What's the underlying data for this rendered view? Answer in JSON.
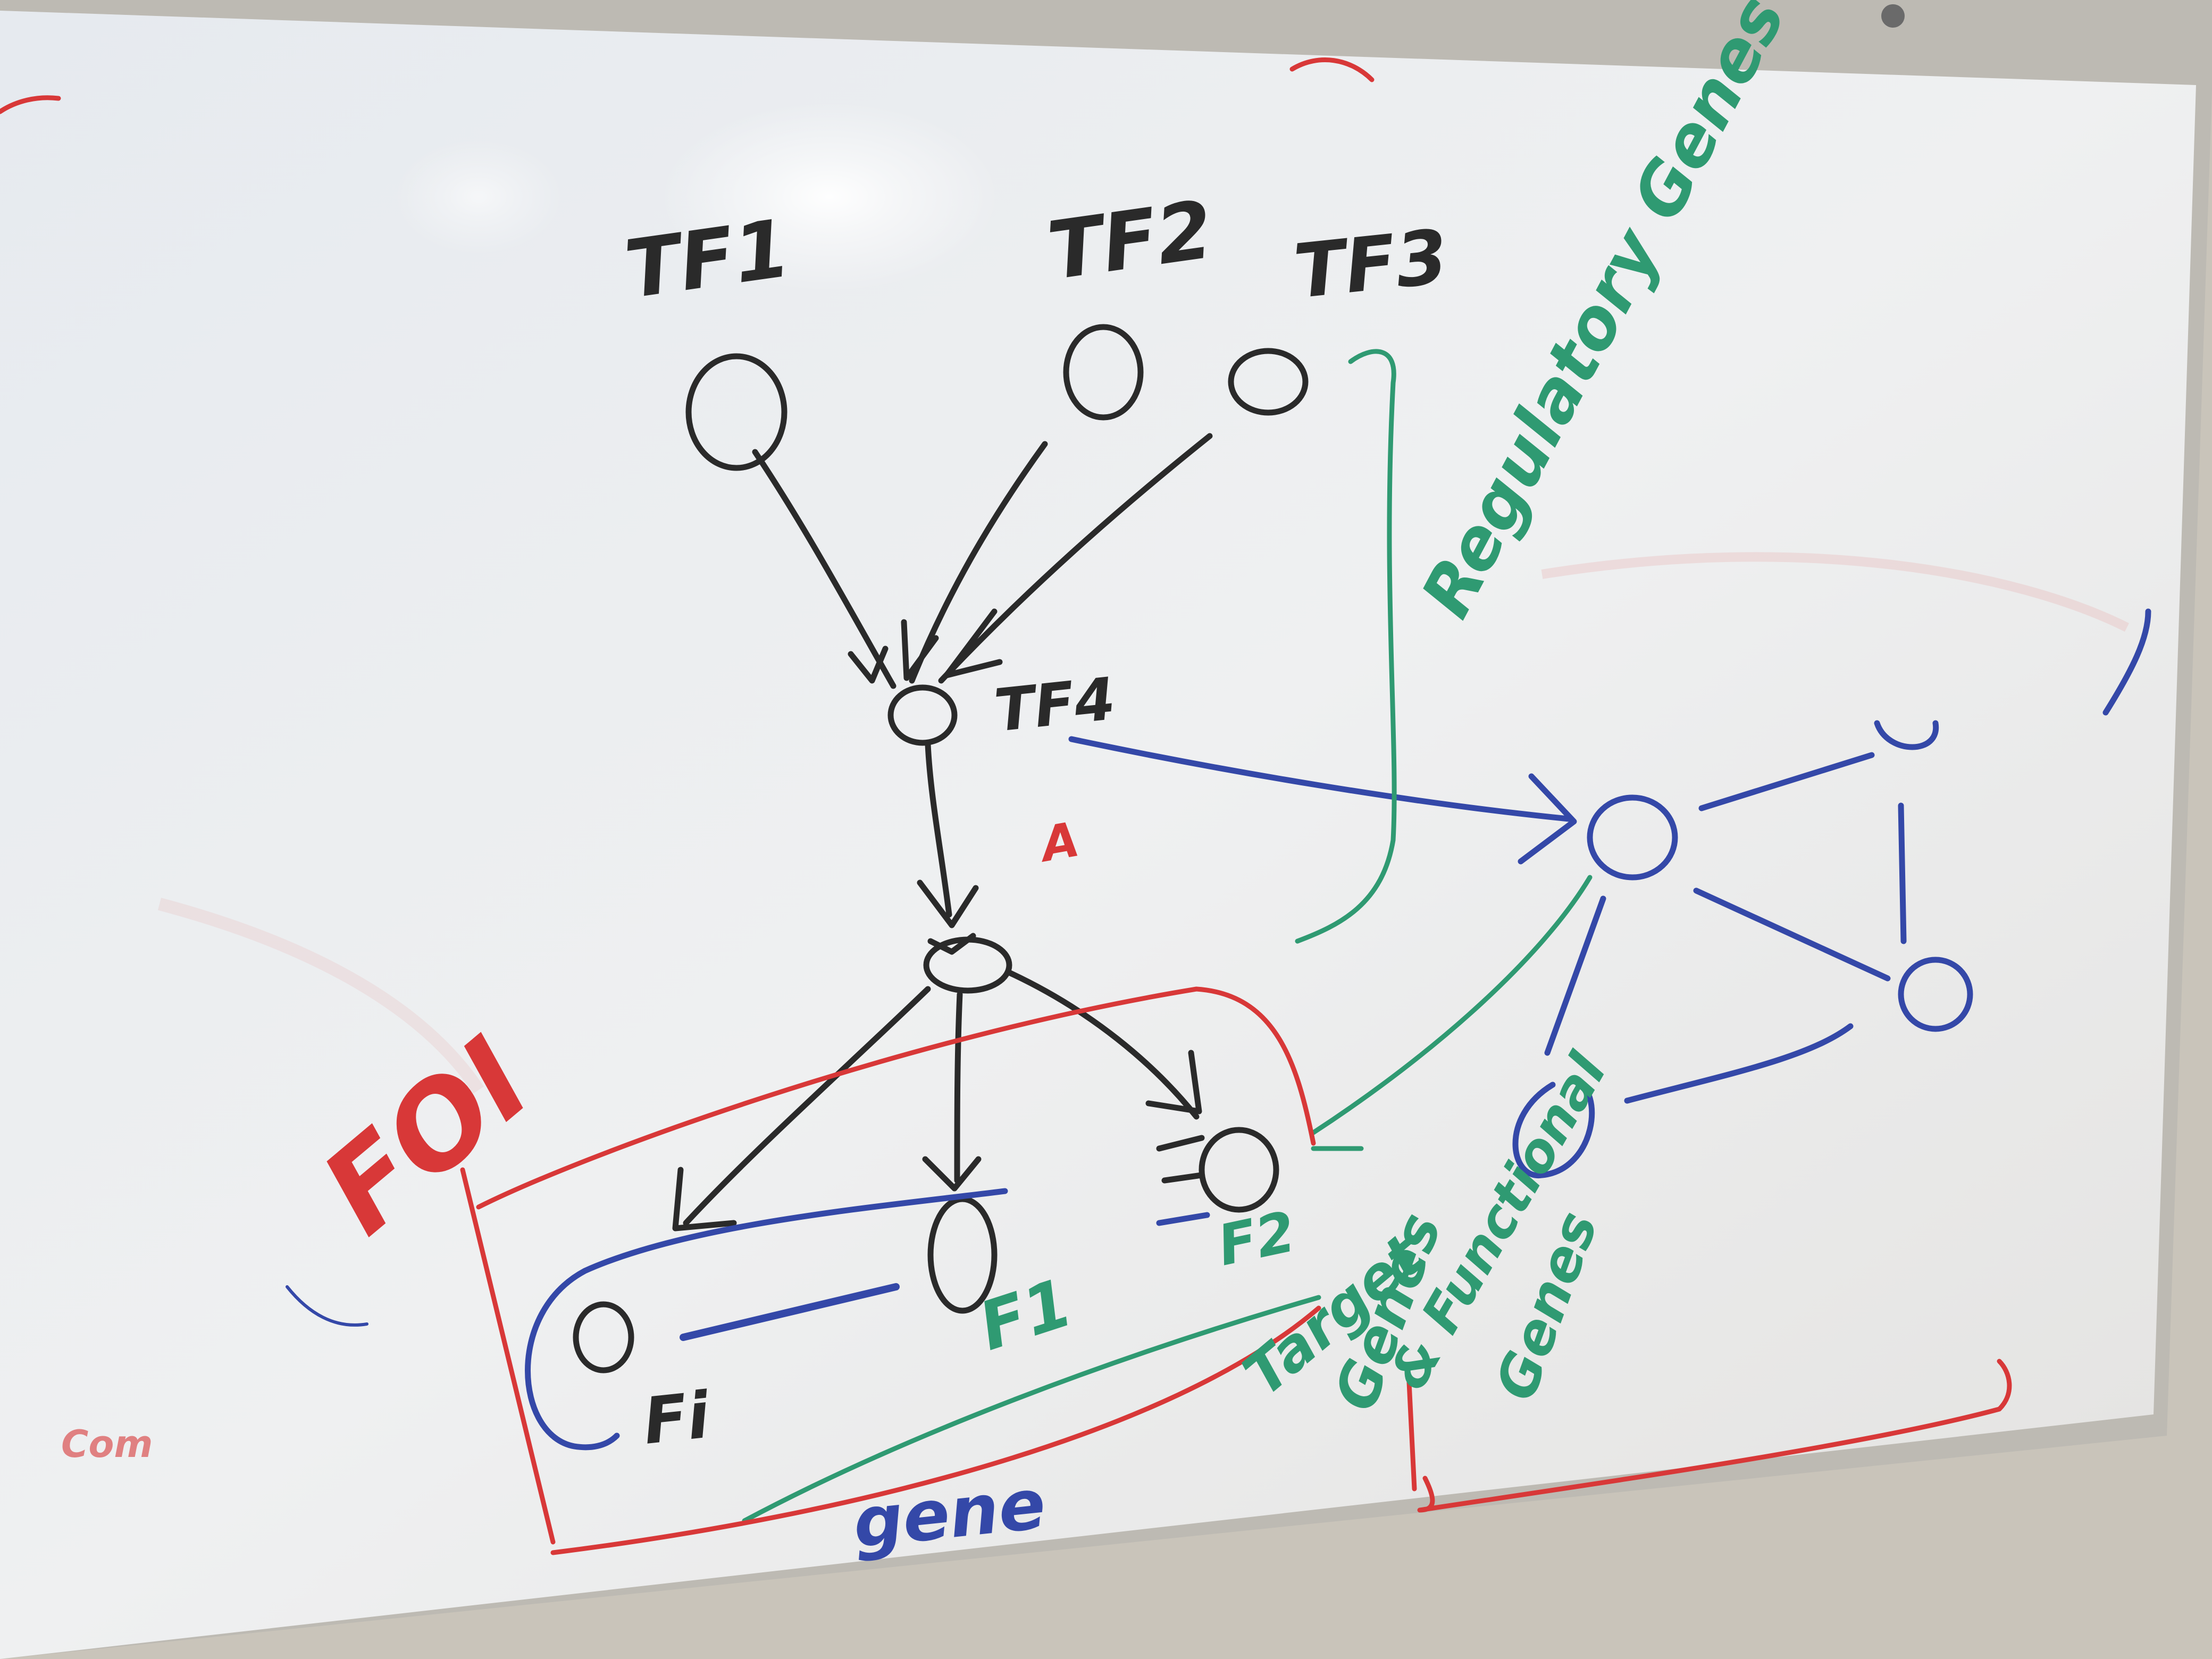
{
  "colors": {
    "marker_black": "#2a2a2a",
    "marker_blue": "#3448a8",
    "marker_green": "#2f9a72",
    "marker_red": "#d83838",
    "board": "#eceef0",
    "frame": "#b9b6ae"
  },
  "diagram": {
    "nodes": {
      "tf1": "TF1",
      "tf2": "TF2",
      "tf3": "TF3",
      "tf4": "TF4",
      "f1": "F1",
      "f2": "F2",
      "fi": "Fi"
    },
    "annotations": {
      "regulatory": "Regulatory Genes",
      "target": "Target",
      "genes": "Genes",
      "functional": "& Functional",
      "functional_genes": "Genes",
      "foi": "FOI",
      "gene": "gene",
      "red_mark": "A",
      "corner_mark": "Com"
    }
  }
}
